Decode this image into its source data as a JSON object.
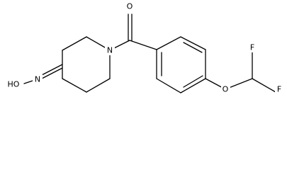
{
  "molecule": {
    "atoms": {
      "carbonyl_oxygen": "O",
      "piperidine_nitrogen": "N",
      "oxime_hydroxyl": "HO",
      "oxime_nitrogen": "N",
      "ether_oxygen": "O",
      "fluorine_top": "F",
      "fluorine_bottom": "F"
    }
  }
}
